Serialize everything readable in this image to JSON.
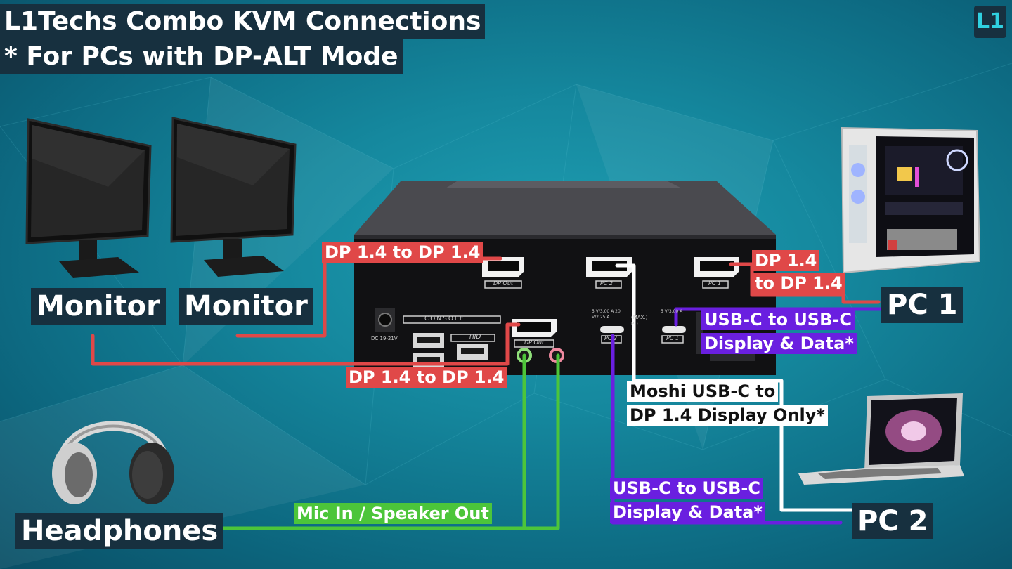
{
  "title": {
    "line1": "L1Techs Combo KVM Connections",
    "line2": "* For PCs with DP-ALT Mode"
  },
  "logo": "L1",
  "devices": {
    "monitor_left": "Monitor",
    "monitor_right": "Monitor",
    "headphones": "Headphones",
    "pc1": "PC 1",
    "pc2": "PC 2"
  },
  "kvm_panel": {
    "console_label": "CONSOLE",
    "hid_label": "HID",
    "dp_out_top": "DP Out",
    "dp_out_console": "DP Out",
    "pc2_port": "PC 2",
    "pc1_port": "PC 1",
    "pc2_usbc": "PC 2",
    "pc1_usbc": "PC 1",
    "power_label": "DC 19-21V",
    "max_pd": "(MAX.) PD",
    "usbc_spec_a": "5 V/3.00 A 20 V/2.25 A",
    "usbc_spec_b": "5 V/3.00 A"
  },
  "connections": {
    "dp_top": "DP 1.4 to DP 1.4",
    "dp_bottom": "DP 1.4 to DP 1.4",
    "dp_pc1_line1": "DP 1.4",
    "dp_pc1_line2": "to DP 1.4",
    "usbc_pc1_line1": "USB-C to USB-C",
    "usbc_pc1_line2": "Display & Data*",
    "moshi_line1": "Moshi USB-C to",
    "moshi_line2": "DP 1.4 Display Only*",
    "usbc_pc2_line1": "USB-C to USB-C",
    "usbc_pc2_line2": "Display & Data*",
    "audio": "Mic In / Speaker Out"
  },
  "colors": {
    "dp_cable": "#e04848",
    "usbc_cable": "#6a1fe0",
    "moshi_cable": "#ffffff",
    "audio_cable": "#4cc53a",
    "label_bg": "#17303f"
  }
}
